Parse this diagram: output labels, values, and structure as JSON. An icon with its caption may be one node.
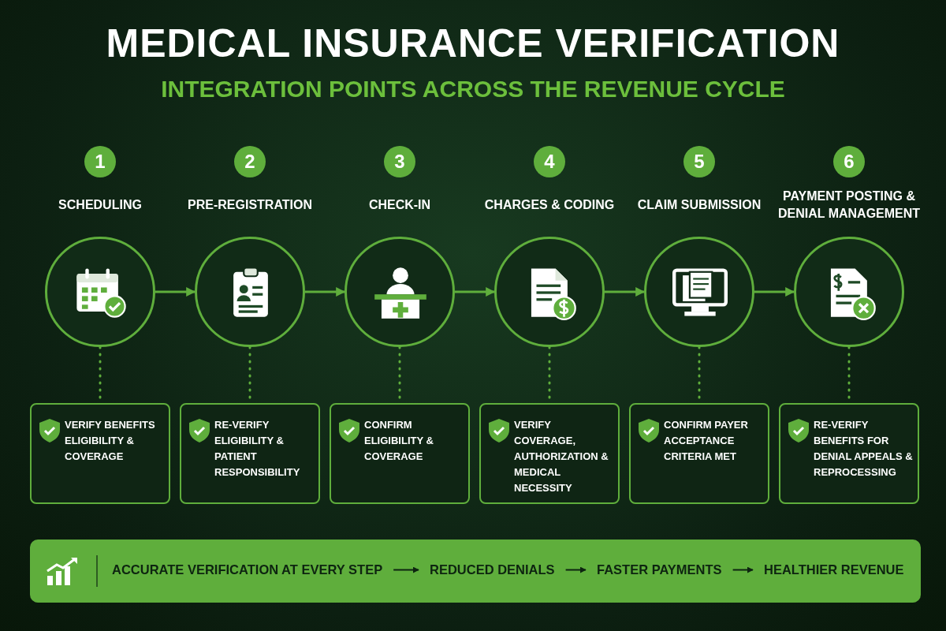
{
  "diagram": {
    "title": "MEDICAL INSURANCE VERIFICATION",
    "caption": "INTEGRATION POINTS ACROSS THE REVENUE CYCLE",
    "nodes": [
      {
        "text": [],
        "shape": "circle",
        "beside": [
          "1",
          "SCHEDULING"
        ]
      },
      {
        "text": [],
        "shape": "circle",
        "beside": [
          "2",
          "PRE-REGISTRATION"
        ]
      },
      {
        "text": [],
        "shape": "circle",
        "beside": [
          "3",
          "CHECK-IN"
        ]
      },
      {
        "text": [],
        "shape": "circle",
        "beside": [
          "4",
          "CHARGES & CODING"
        ]
      },
      {
        "text": [],
        "shape": "circle",
        "beside": [
          "5",
          "CLAIM SUBMISSION"
        ]
      },
      {
        "text": [],
        "shape": "circle",
        "beside": [
          "6",
          "PAYMENT POSTING & DENIAL MANAGEMENT"
        ]
      },
      {
        "text": [
          "VERIFY BENEFITS ELIGIBILITY & COVERAGE"
        ]
      },
      {
        "text": [
          "RE-VERIFY ELIGIBILITY & PATIENT RESPONSIBILITY"
        ]
      },
      {
        "text": [
          "CONFIRM ELIGIBILITY & COVERAGE"
        ]
      },
      {
        "text": [
          "VERIFY COVERAGE, AUTHORIZATION & MEDICAL NECESSITY"
        ]
      },
      {
        "text": [
          "CONFIRM PAYER ACCEPTANCE CRITERIA MET"
        ]
      },
      {
        "text": [
          "RE-VERIFY BENEFITS FOR DENIAL APPEALS & REPROCESSING"
        ]
      },
      {
        "text": [],
        "shape": "bar"
      },
      {
        "text": [
          "ACCURATE VERIFICATION AT EVERY STEP"
        ],
        "in": 12
      },
      {
        "text": [
          "REDUCED DENIALS"
        ],
        "in": 12
      },
      {
        "text": [
          "FASTER PAYMENTS"
        ],
        "in": 12
      },
      {
        "text": [
          "HEALTHIER REVENUE"
        ],
        "in": 12
      }
    ],
    "edges": [
      {
        "from": 0,
        "to": 1,
        "arrow": "to"
      },
      {
        "from": 1,
        "to": 2,
        "arrow": "to"
      },
      {
        "from": 2,
        "to": 3,
        "arrow": "to"
      },
      {
        "from": 3,
        "to": 4,
        "arrow": "to"
      },
      {
        "from": 4,
        "to": 5,
        "arrow": "to"
      },
      {
        "from": 0,
        "to": 6,
        "arrow": "none",
        "style": "dashed"
      },
      {
        "from": 1,
        "to": 7,
        "arrow": "none",
        "style": "dashed"
      },
      {
        "from": 2,
        "to": 8,
        "arrow": "none",
        "style": "dashed"
      },
      {
        "from": 3,
        "to": 9,
        "arrow": "none",
        "style": "dashed"
      },
      {
        "from": 4,
        "to": 10,
        "arrow": "none",
        "style": "dashed"
      },
      {
        "from": 5,
        "to": 11,
        "arrow": "none",
        "style": "dashed"
      },
      {
        "from": 13,
        "to": 14,
        "arrow": "to",
        "color": "#0d2410"
      },
      {
        "from": 14,
        "to": 15,
        "arrow": "to",
        "color": "#0d2410"
      },
      {
        "from": 15,
        "to": 16,
        "arrow": "to",
        "color": "#0d2410"
      }
    ]
  }
}
